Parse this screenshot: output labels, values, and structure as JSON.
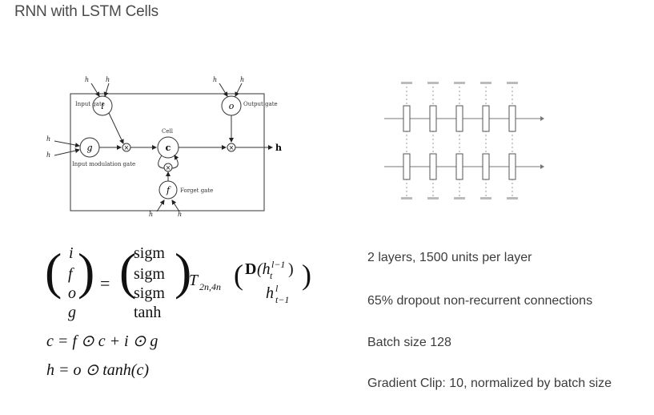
{
  "slide": {
    "title": "RNN with LSTM Cells"
  },
  "lstm_diagram": {
    "input_gate": "Input gate",
    "output_gate": "Output gate",
    "cell": "Cell",
    "input_modulation_gate": "Input modulation gate",
    "forget_gate": "Forget gate",
    "unit_i": "i",
    "unit_o": "o",
    "unit_g": "g",
    "unit_f": "f",
    "unit_c": "c",
    "output_h": "h"
  },
  "equations": {
    "lhs": [
      "i",
      "f",
      "o",
      "g"
    ],
    "rhs": [
      "sigm",
      "sigm",
      "sigm",
      "tanh"
    ],
    "transform": "T",
    "transform_sub": "2n,4n",
    "dropout_op": "D",
    "cell_eq": "c = f ⊙ c + i ⊙ g",
    "hidden_eq": "h = o ⊙ tanh(c)"
  },
  "bullets": [
    "2 layers, 1500 units per layer",
    "65% dropout non-recurrent connections",
    "Batch size 128",
    "Gradient Clip: 10, normalized by batch size"
  ]
}
